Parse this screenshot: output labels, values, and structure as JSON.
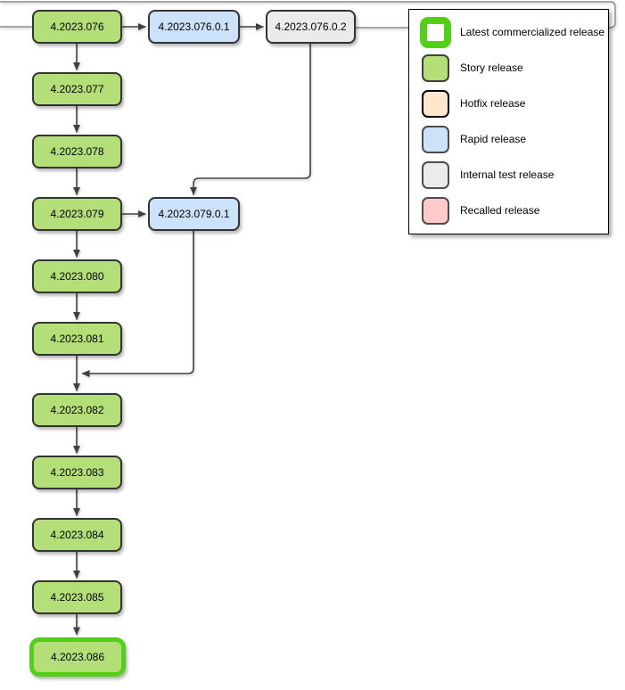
{
  "diagram": {
    "nodes": [
      {
        "label": "4.2023.076",
        "type": "story"
      },
      {
        "label": "4.2023.076.0.1",
        "type": "rapid"
      },
      {
        "label": "4.2023.076.0.2",
        "type": "internal"
      },
      {
        "label": "4.2023.077",
        "type": "story"
      },
      {
        "label": "4.2023.078",
        "type": "story"
      },
      {
        "label": "4.2023.079",
        "type": "story"
      },
      {
        "label": "4.2023.079.0.1",
        "type": "rapid"
      },
      {
        "label": "4.2023.080",
        "type": "story"
      },
      {
        "label": "4.2023.081",
        "type": "story"
      },
      {
        "label": "4.2023.082",
        "type": "story"
      },
      {
        "label": "4.2023.083",
        "type": "story"
      },
      {
        "label": "4.2023.084",
        "type": "story"
      },
      {
        "label": "4.2023.085",
        "type": "story"
      },
      {
        "label": "4.2023.086",
        "type": "story",
        "latest": true
      }
    ],
    "edges": [
      {
        "from": "4.2023.076",
        "to": "4.2023.076.0.1"
      },
      {
        "from": "4.2023.076.0.1",
        "to": "4.2023.076.0.2"
      },
      {
        "from": "4.2023.076",
        "to": "4.2023.077"
      },
      {
        "from": "4.2023.077",
        "to": "4.2023.078"
      },
      {
        "from": "4.2023.078",
        "to": "4.2023.079"
      },
      {
        "from": "4.2023.079",
        "to": "4.2023.079.0.1"
      },
      {
        "from": "4.2023.076.0.2",
        "to": "4.2023.079.0.1"
      },
      {
        "from": "4.2023.079",
        "to": "4.2023.080"
      },
      {
        "from": "4.2023.080",
        "to": "4.2023.081"
      },
      {
        "from": "4.2023.081",
        "to": "4.2023.082"
      },
      {
        "from": "4.2023.079.0.1",
        "to": "4.2023.082"
      },
      {
        "from": "4.2023.082",
        "to": "4.2023.083"
      },
      {
        "from": "4.2023.083",
        "to": "4.2023.084"
      },
      {
        "from": "4.2023.084",
        "to": "4.2023.085"
      },
      {
        "from": "4.2023.085",
        "to": "4.2023.086"
      }
    ]
  },
  "legend": {
    "items": [
      {
        "label": "Latest commercialized release",
        "type": "latest"
      },
      {
        "label": "Story release",
        "type": "story"
      },
      {
        "label": "Hotfix release",
        "type": "hotfix"
      },
      {
        "label": "Rapid release",
        "type": "rapid"
      },
      {
        "label": "Internal test release",
        "type": "internal"
      },
      {
        "label": "Recalled release",
        "type": "recalled"
      }
    ]
  },
  "colors": {
    "latest_border": "#52d017",
    "story_fill": "#b4de77",
    "hotfix_fill": "#ffe6cc",
    "rapid_fill": "#cbe2f9",
    "internal_fill": "#ebebeb",
    "recalled_fill": "#fdc9c9",
    "node_border": "#333333",
    "connector": "#404040",
    "wrap_line": "#8a8a8a",
    "legend_border": "#000000",
    "text": "#000000"
  }
}
